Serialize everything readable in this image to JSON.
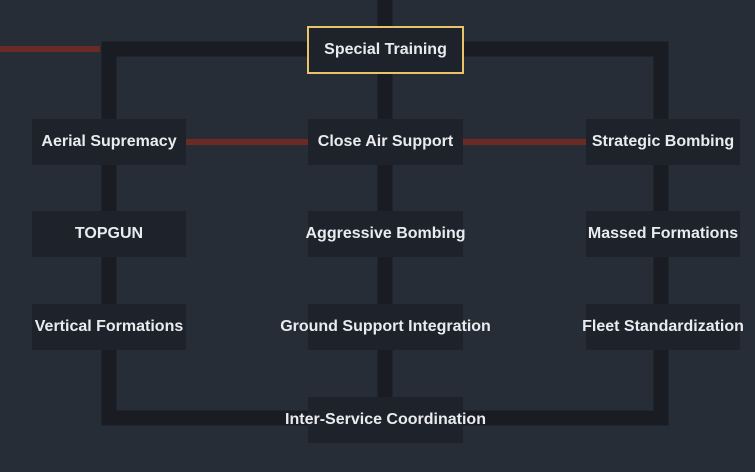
{
  "diagram": {
    "root": {
      "label": "Special Training"
    },
    "branches": [
      {
        "label": "Aerial Supremacy"
      },
      {
        "label": "Close Air Support"
      },
      {
        "label": "Strategic Bombing"
      }
    ],
    "row2": [
      {
        "label": "TOPGUN"
      },
      {
        "label": "Aggressive Bombing"
      },
      {
        "label": "Massed Formations"
      }
    ],
    "row3": [
      {
        "label": "Vertical Formations"
      },
      {
        "label": "Ground Support Integration"
      },
      {
        "label": "Fleet Standardization"
      }
    ],
    "capstone": {
      "label": "Inter-Service Coordination"
    }
  },
  "colors": {
    "background": "#272d36",
    "node_fill": "#1e232b",
    "connector": "#191d23",
    "exclusive_link": "#6b2a24",
    "selected_border": "#e8c36a",
    "text": "#e9ebee"
  }
}
